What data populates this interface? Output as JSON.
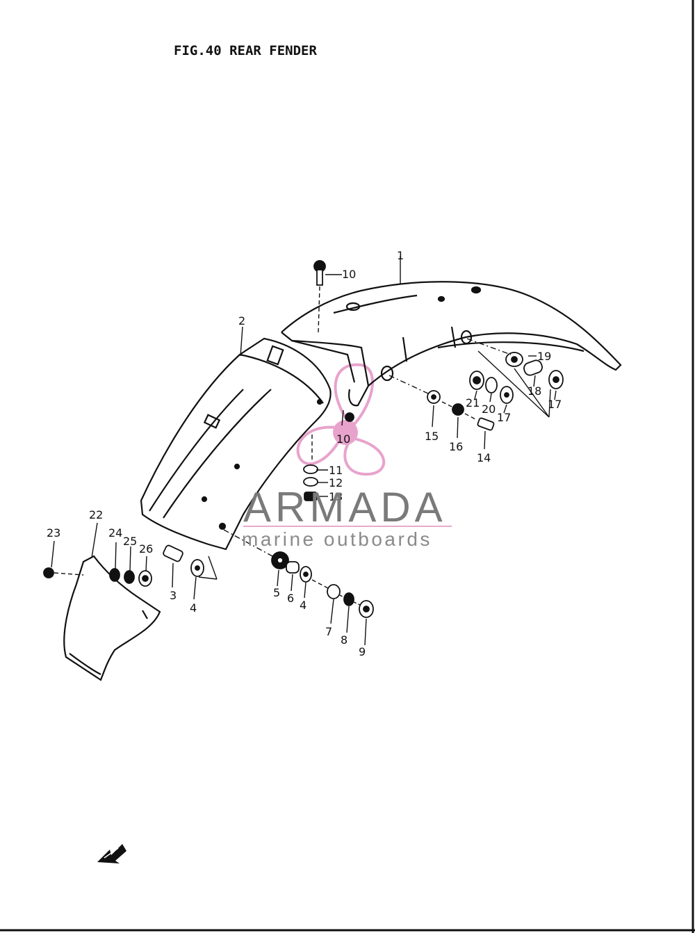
{
  "figure": {
    "title": "FIG.40  REAR FENDER"
  },
  "watermark": {
    "brand": "ARMADA",
    "tagline": "marine outboards",
    "accent_color": "#e8a3cc",
    "text_color": "#7a7a7a"
  },
  "callouts": [
    "1",
    "2",
    "3",
    "4",
    "4",
    "5",
    "6",
    "7",
    "8",
    "9",
    "10",
    "10",
    "11",
    "12",
    "13",
    "14",
    "15",
    "16",
    "17",
    "17",
    "18",
    "19",
    "20",
    "21",
    "22",
    "23",
    "24",
    "25",
    "26"
  ],
  "icons": {
    "watermark_logo": "propeller-icon",
    "direction_marker": "front-arrow-icon"
  }
}
